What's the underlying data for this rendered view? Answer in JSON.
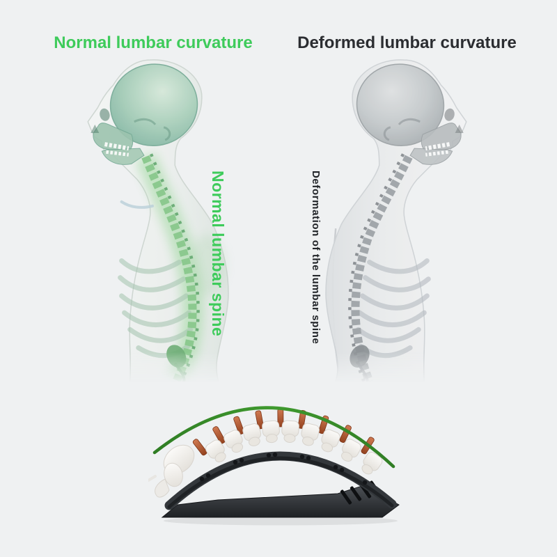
{
  "headings": {
    "left": "Normal lumbar curvature",
    "right": "Deformed lumbar curvature"
  },
  "side_labels": {
    "left": "Normal lumbar spine",
    "right": "Deformation of the lumbar spine"
  },
  "figures": {
    "left": "normal-lumbar-figure",
    "right": "deformed-lumbar-figure"
  },
  "device_name": "lumbar-stretcher-with-spine-model",
  "colors": {
    "bg": "#eff1f2",
    "green": "#3ecb5b",
    "dark": "#2b2d31",
    "dark2": "#212428",
    "arc-green": "#3a8c2c",
    "disc-orange": "#b85c3e",
    "bone-white": "#f4f3f0",
    "frame-dark": "#33373b",
    "figure-green-tint": "#8cc98f",
    "figure-gray-tint": "#a2a7ab"
  }
}
